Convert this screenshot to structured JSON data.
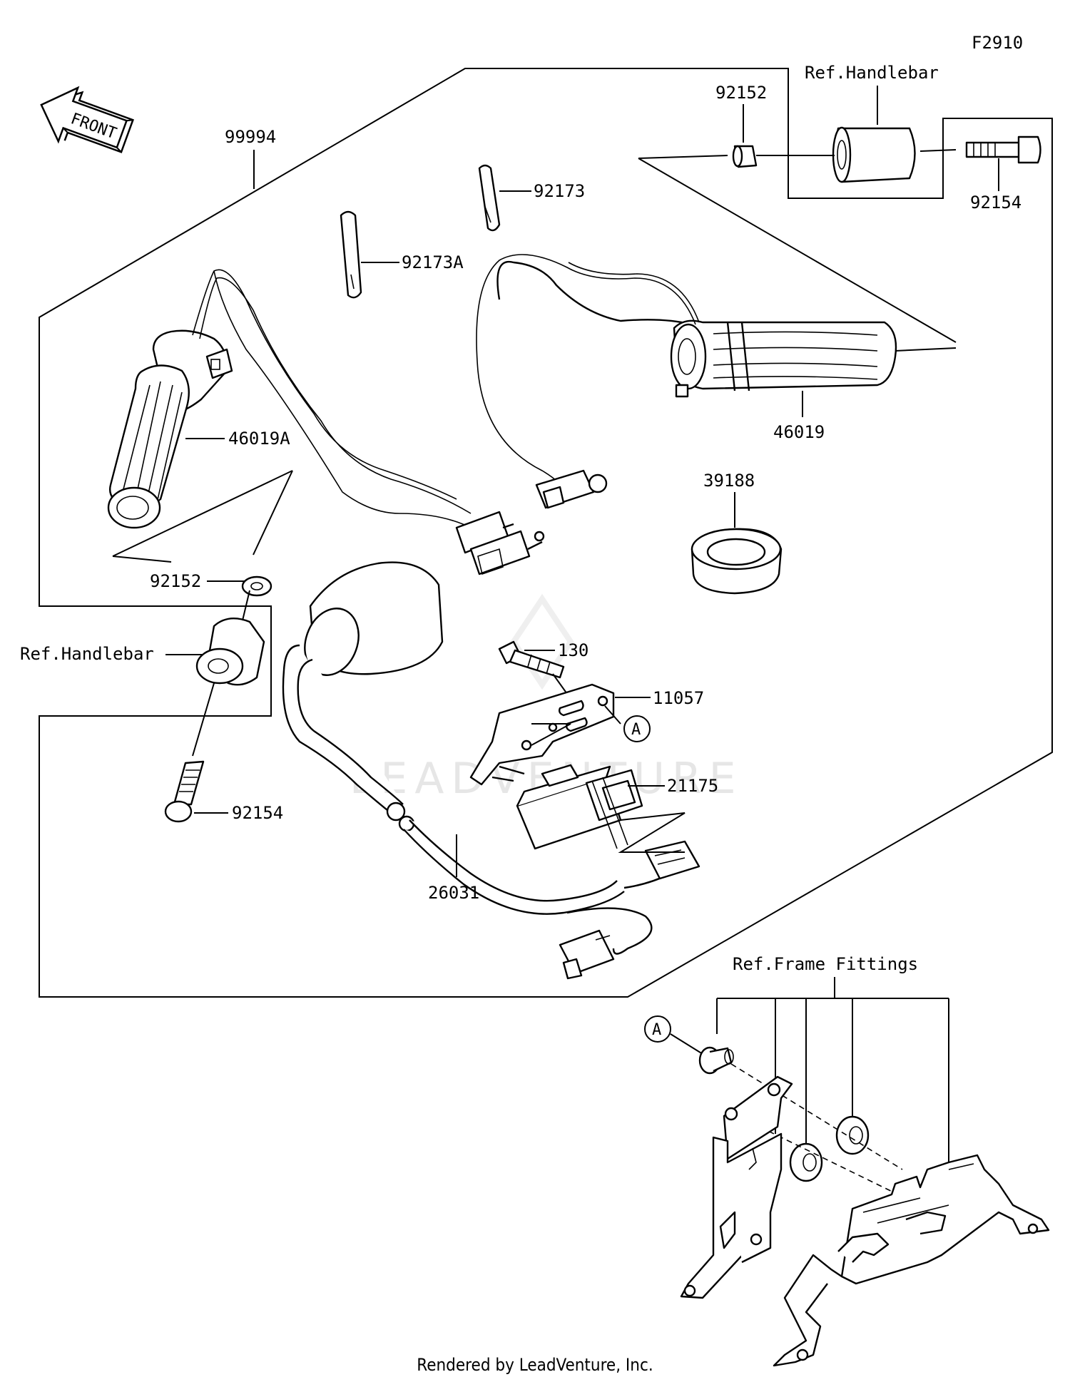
{
  "figure_code": "F2910",
  "front_label": "FRONT",
  "watermark": "LEADVENTURE",
  "footer": "Rendered by LeadVenture, Inc.",
  "refs": {
    "handlebar_right": "Ref.Handlebar",
    "handlebar_left": "Ref.Handlebar",
    "frame_fittings": "Ref.Frame Fittings"
  },
  "callout_A": "A",
  "parts": {
    "p92152_top": "92152",
    "p92154_top": "92154",
    "p99994": "99994",
    "p92173": "92173",
    "p92173A": "92173A",
    "p46019A": "46019A",
    "p46019": "46019",
    "p39188": "39188",
    "p92152_left": "92152",
    "p130": "130",
    "p11057": "11057",
    "p21175": "21175",
    "p92154_left": "92154",
    "p26031": "26031"
  }
}
